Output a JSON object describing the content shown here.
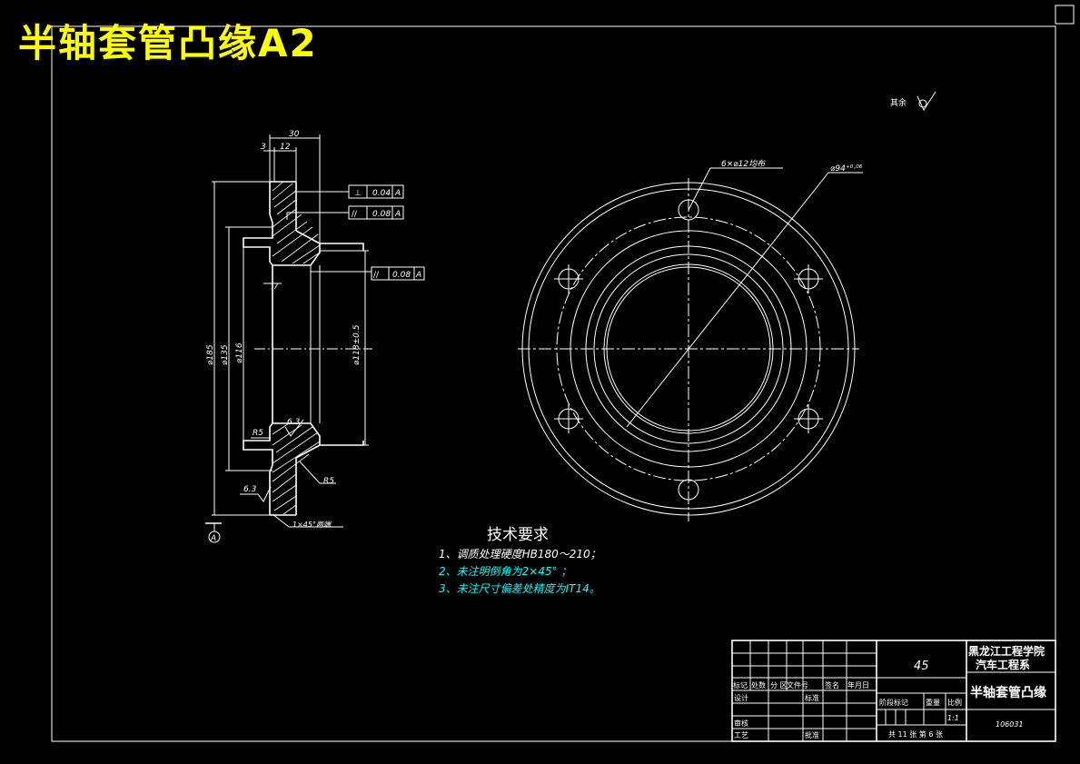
{
  "title": "半轴套管凸缘A2",
  "colors": {
    "background": "#000000",
    "line": "#ffffff",
    "title": "#ffff00",
    "note": "#00ffff"
  },
  "roughness_note": {
    "label": "其余"
  },
  "section_view": {
    "dim_top_total": "30",
    "dim_top_small": "3",
    "dim_top_mid": "12",
    "dia_outer": "⌀185",
    "dia_mid": "⌀135",
    "dia_inner": "⌀116",
    "dia_bore": "⌀118±0.5",
    "tol_frame_1": {
      "symbol": "⊥",
      "value": "0.04",
      "datum": "A"
    },
    "tol_frame_2": {
      "symbol": "//",
      "value": "0.08",
      "datum": "A"
    },
    "tol_frame_3": {
      "symbol": "//",
      "value": "0.08",
      "datum": "A"
    },
    "dim_7": "7",
    "radius_1": "R5",
    "radius_2": "R5",
    "rough_1": "6.3",
    "rough_2": "6.3",
    "chamfer": "1×45°两端",
    "datum": "A"
  },
  "front_view": {
    "holes_label": "6×⌀12均布",
    "dia_label": "⌀94⁺⁰·⁰⁶"
  },
  "tech_requirements": {
    "heading": "技术要求",
    "items": [
      "1、调质处理硬度HB180～210；",
      "2、未注明倒角为2×45°  ；",
      "3、未注尺寸偏差处精度为IT14。"
    ]
  },
  "title_block": {
    "material": "45",
    "school": "黑龙江工程学院",
    "dept": "汽车工程系",
    "part_name": "半轴套管凸缘",
    "headers": [
      "标记",
      "处数",
      "分 区",
      "文件号",
      "签名",
      "年月日"
    ],
    "design": "设计",
    "standard": "标准",
    "review": "审核",
    "process": "工艺",
    "approve": "批准",
    "stage": "阶段标记",
    "weight": "重量",
    "scale": "比例",
    "scale_value": "1:1",
    "sheets": "共 11 张  第 6 张",
    "code": "106031"
  }
}
